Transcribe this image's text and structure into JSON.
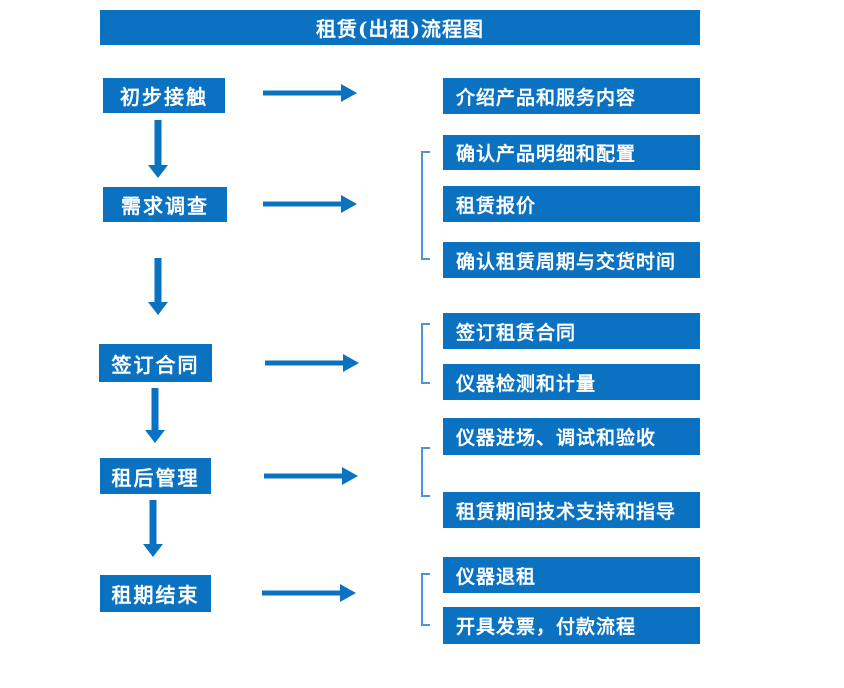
{
  "title": "租赁(出租)流程图",
  "colors": {
    "primary": "#0b72c2",
    "bracket": "#4f93d6",
    "text": "#ffffff",
    "background": "#ffffff"
  },
  "stages": [
    {
      "label": "初步接触",
      "items": [
        "介绍产品和服务内容"
      ]
    },
    {
      "label": "需求调查",
      "items": [
        "确认产品明细和配置",
        "租赁报价",
        "确认租赁周期与交货时间"
      ]
    },
    {
      "label": "签订合同",
      "items": [
        "签订租赁合同",
        "仪器检测和计量"
      ]
    },
    {
      "label": "租后管理",
      "items": [
        "仪器进场、调试和验收",
        "租赁期间技术支持和指导"
      ]
    },
    {
      "label": "租期结束",
      "items": [
        "仪器退租",
        "开具发票，付款流程"
      ]
    }
  ]
}
